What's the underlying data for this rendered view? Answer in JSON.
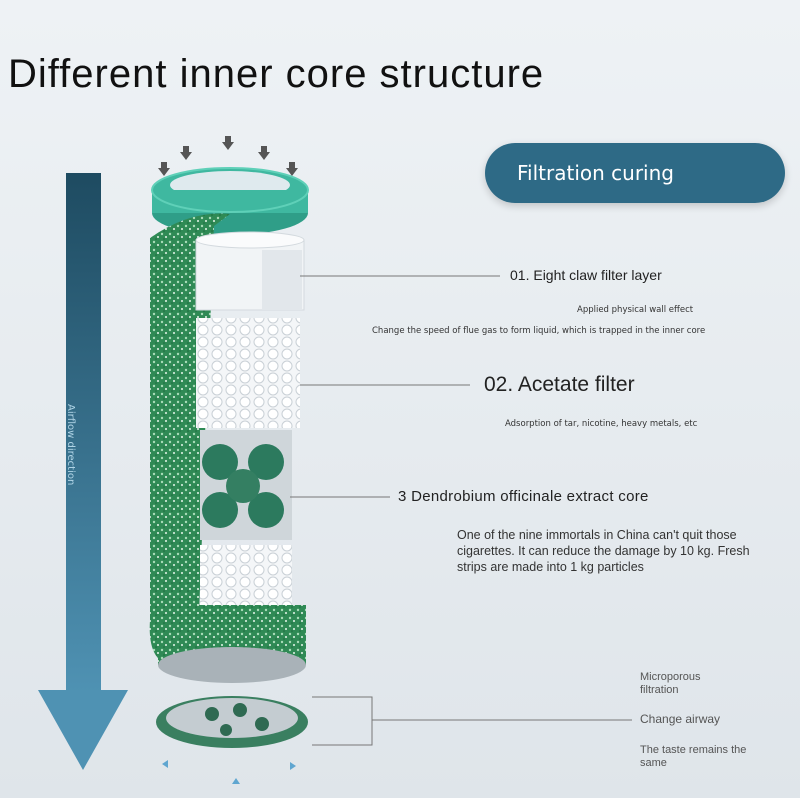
{
  "title": "Different inner core structure",
  "badge": "Filtration curing",
  "side_arrow_label": "Airflow direction",
  "labels": {
    "claw": "01. Eight claw filter layer",
    "claw_note1": "Applied physical wall effect",
    "claw_note2": "Change the speed of flue gas to form liquid, which is trapped in the inner core",
    "acetate": "02. Acetate filter",
    "acetate_note": "Adsorption of tar, nicotine, heavy metals, etc",
    "core": "3 Dendrobium officinale extract core",
    "core_desc": "One of the nine immortals in China can't quit those cigarettes. It can reduce the damage by 10 kg. Fresh strips are made into 1 kg particles",
    "micro": "Microporous filtration",
    "airway": "Change airway",
    "taste": "The taste remains the same"
  },
  "colors": {
    "accent": "#2e6a86",
    "green": "#2f8a55",
    "teal": "#3fb8a0"
  }
}
